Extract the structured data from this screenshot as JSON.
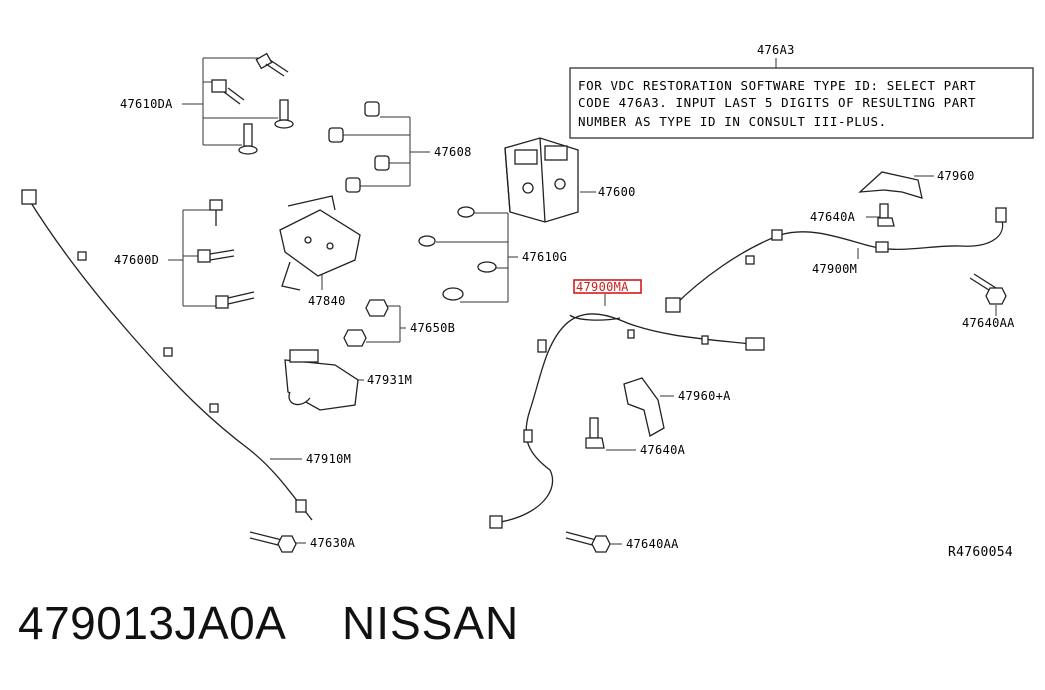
{
  "note": {
    "ref": "476A3",
    "lines": [
      "FOR VDC RESTORATION SOFTWARE TYPE ID: SELECT PART",
      "CODE 476A3. INPUT LAST 5 DIGITS OF RESULTING PART",
      "NUMBER AS TYPE ID IN CONSULT III-PLUS."
    ]
  },
  "labels": {
    "p47610DA": "47610DA",
    "p47608": "47608",
    "p47600": "47600",
    "p47960": "47960",
    "p47640A_top": "47640A",
    "p47900M": "47900M",
    "p47600D": "47600D",
    "p47610G": "47610G",
    "p47840": "47840",
    "p47650B": "47650B",
    "p47900MA": "47900MA",
    "p47640AA_right": "47640AA",
    "p47931M": "47931M",
    "p47960A": "47960+A",
    "p47640A_mid": "47640A",
    "p47910M": "47910M",
    "p47630A": "47630A",
    "p47640AA_bottom": "47640AA"
  },
  "diagram_id": "R4760054",
  "caption": {
    "part_number": "479013JA0A",
    "brand": "NISSAN"
  },
  "highlight_color": "#d11a1a"
}
